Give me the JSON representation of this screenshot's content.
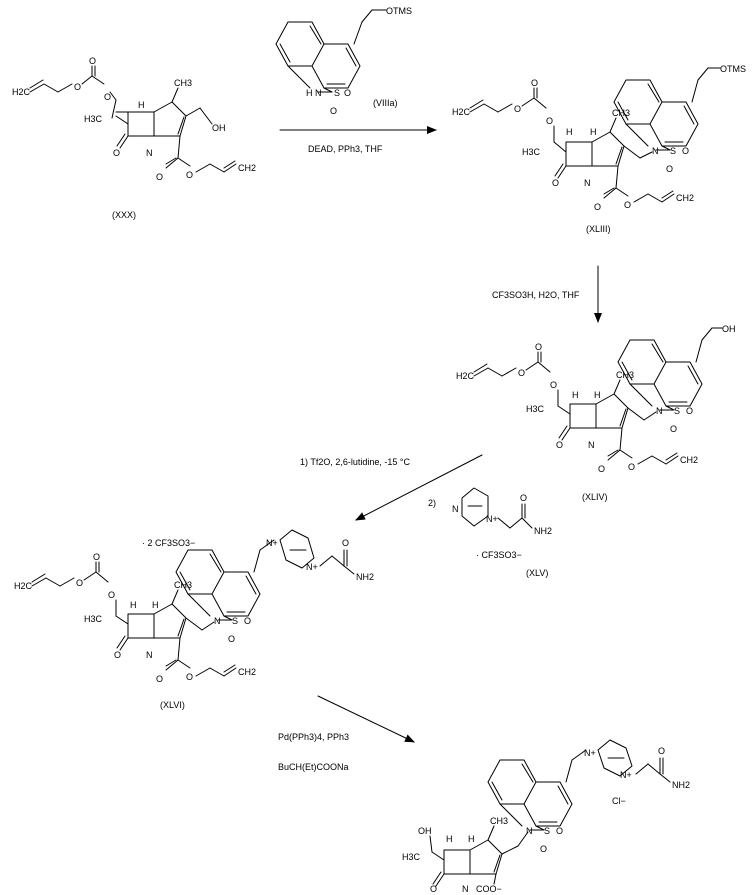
{
  "compounds": {
    "xxx": {
      "label": "(XXX)",
      "h2c": "H2C",
      "o1": "O",
      "o2": "O",
      "o3": "O",
      "o4": "O",
      "o5": "O",
      "oh": "OH",
      "h3c": "H3C",
      "h": "H",
      "ch3": "CH3",
      "n": "N",
      "ch2": "CH2"
    },
    "viiia": {
      "label": "(VIIIa)",
      "otms": "OTMS",
      "h": "H",
      "n": "N",
      "s": "S",
      "o1": "O",
      "o2": "O"
    },
    "xliii": {
      "label": "(XLIII)",
      "otms": "OTMS",
      "n": "N",
      "s": "S",
      "o": "O",
      "h2c": "H2C",
      "h3c": "H3C",
      "ch3": "CH3",
      "h": "H",
      "ch2": "CH2"
    },
    "xliv": {
      "label": "(XLIV)",
      "oh": "OH",
      "n": "N",
      "s": "S",
      "o": "O",
      "h2c": "H2C",
      "h3c": "H3C",
      "ch3": "CH3",
      "h": "H",
      "ch2": "CH2"
    },
    "xlv": {
      "label": "(XLV)",
      "n": "N",
      "nplus": "N+",
      "o": "O",
      "nh2": "NH2",
      "counterion": "· CF3SO3−",
      "step": "2)"
    },
    "xlvi": {
      "label": "(XLVI)",
      "counterion": "· 2 CF3SO3−",
      "nplus": "N+",
      "n": "N",
      "s": "S",
      "o": "O",
      "nh2": "NH2",
      "h2c": "H2C",
      "h3c": "H3C",
      "ch3": "CH3",
      "h": "H",
      "ch2": "CH2"
    },
    "product": {
      "oh": "OH",
      "h3c": "H3C",
      "ch3": "CH3",
      "h": "H",
      "n": "N",
      "s": "S",
      "o": "O",
      "nplus": "N+",
      "nh2": "NH2",
      "coo": "COO−",
      "cl": "Cl−"
    }
  },
  "reagents": {
    "step1": "DEAD, PPh3, THF",
    "step2": "CF3SO3H, H2O, THF",
    "step3a": "1) Tf2O, 2,6-lutidine, -15 °C",
    "step4a": "Pd(PPh3)4, PPh3",
    "step4b": "BuCH(Et)COONa"
  }
}
